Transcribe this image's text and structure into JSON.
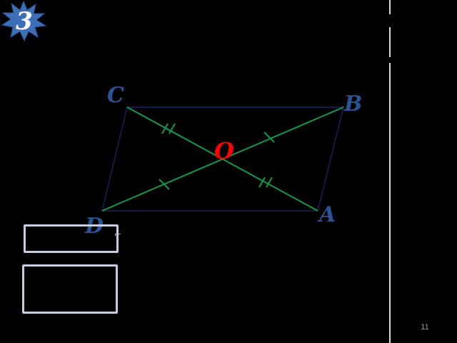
{
  "badge": {
    "number": "3",
    "color": "#3d6fb6"
  },
  "figure": {
    "points": {
      "A": "A",
      "B": "B",
      "C": "C",
      "D": "D",
      "O": "O"
    },
    "colors": {
      "outline": "#0e1c4a",
      "diagonals": "#0f9a4a",
      "vertex_labels": "#2a5496",
      "center_label": "#ff0000"
    }
  },
  "page_number": "11"
}
